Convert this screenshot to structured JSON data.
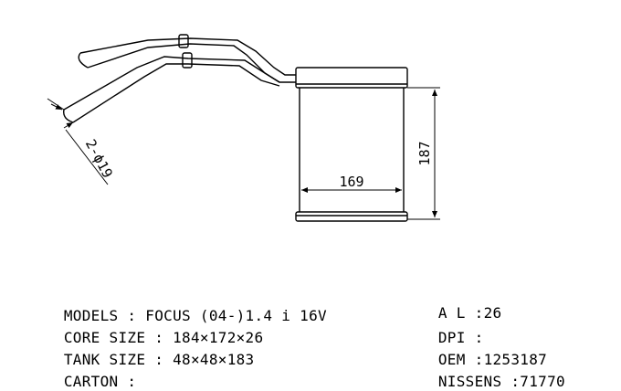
{
  "diagram": {
    "dimensions": {
      "width_label": "169",
      "height_label": "187",
      "pipe_label": "2-ϕ19"
    }
  },
  "specs": {
    "left": [
      {
        "key": "MODELS",
        "sep": " : ",
        "value": "FOCUS (04-)1.4 i 16V"
      },
      {
        "key": "CORE SIZE",
        "sep": " : ",
        "value": "184×172×26"
      },
      {
        "key": "TANK SIZE",
        "sep": " : ",
        "value": "48×48×183"
      },
      {
        "key": "CARTON",
        "sep": " : ",
        "value": ""
      }
    ],
    "right": [
      {
        "key": "A L",
        "sep": " :",
        "value": "26"
      },
      {
        "key": "DPI",
        "sep": " :",
        "value": ""
      },
      {
        "key": "OEM",
        "sep": " :",
        "value": "1253187"
      },
      {
        "key": "NISSENS",
        "sep": " :",
        "value": "71770"
      }
    ]
  }
}
